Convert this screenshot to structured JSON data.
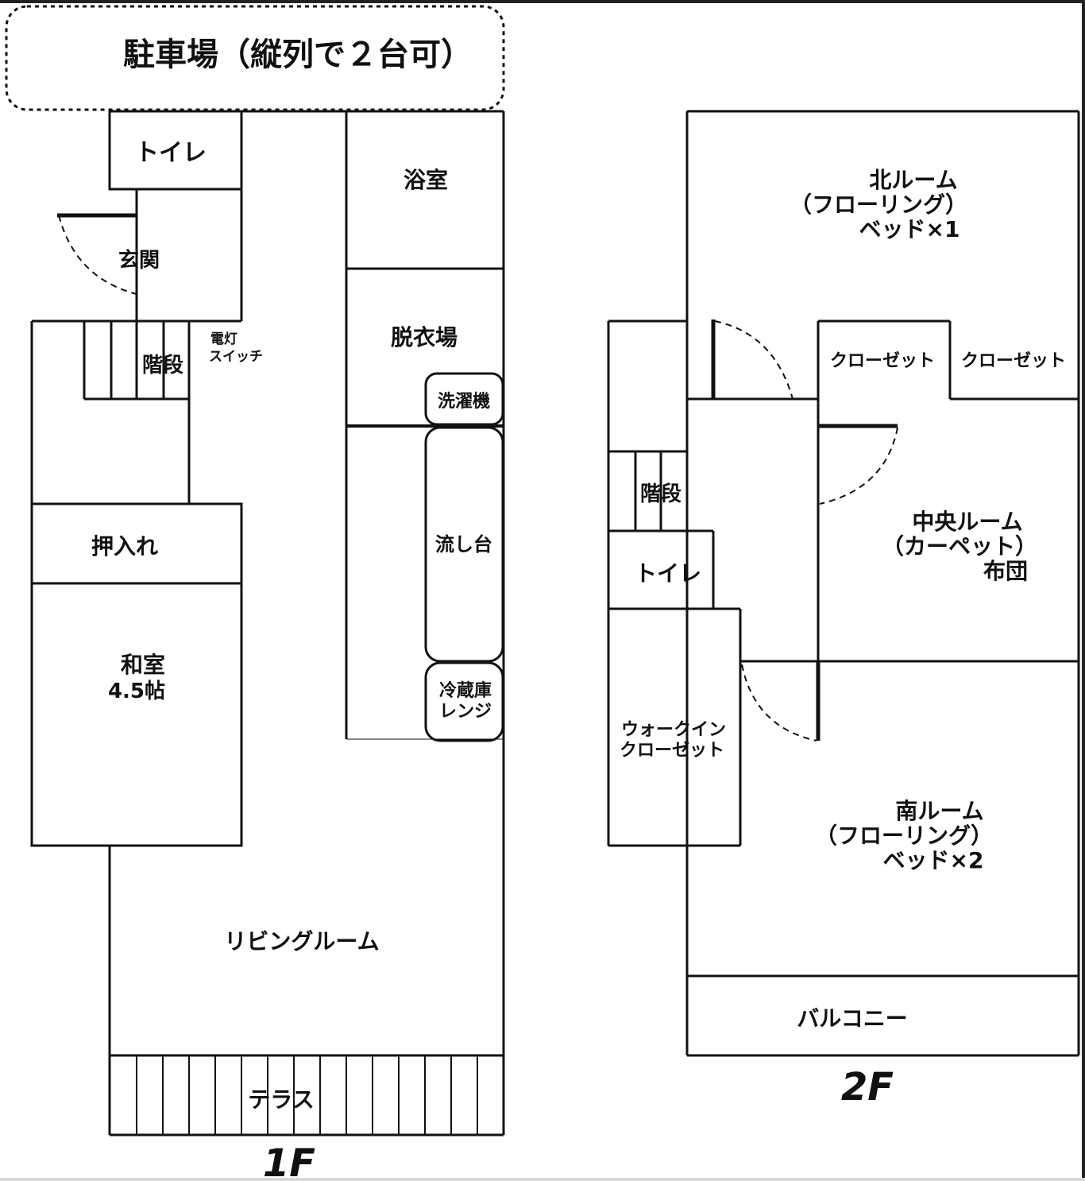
{
  "parking": "駐車場（縦列で２台可）",
  "floor1": {
    "label": "1F",
    "toilet": "トイレ",
    "entrance": "玄関",
    "stairs": "階段",
    "switch_line1": "電灯",
    "switch_line2": "スイッチ",
    "closet": "押入れ",
    "tatami_line1": "和室",
    "tatami_line2": "4.5帖",
    "bath": "浴室",
    "dressing": "脱衣場",
    "washer": "洗濯機",
    "sink": "流し台",
    "fridge_line1": "冷蔵庫",
    "fridge_line2": "レンジ",
    "living": "リビングルーム",
    "terrace": "テラス"
  },
  "floor2": {
    "label": "2F",
    "north_line1": "北ルーム",
    "north_line2": "（フローリング）",
    "north_line3": "ベッド×1",
    "closet_a": "クローゼット",
    "closet_b": "クローゼット",
    "stairs": "階段",
    "central_line1": "中央ルーム",
    "central_line2": "（カーペット）",
    "central_line3": "布団",
    "toilet": "トイレ",
    "walkin_line1": "ウォークイン",
    "walkin_line2": "クローゼット",
    "south_line1": "南ルーム",
    "south_line2": "（フローリング）",
    "south_line3": "ベッド×2",
    "balcony": "バルコニー"
  }
}
